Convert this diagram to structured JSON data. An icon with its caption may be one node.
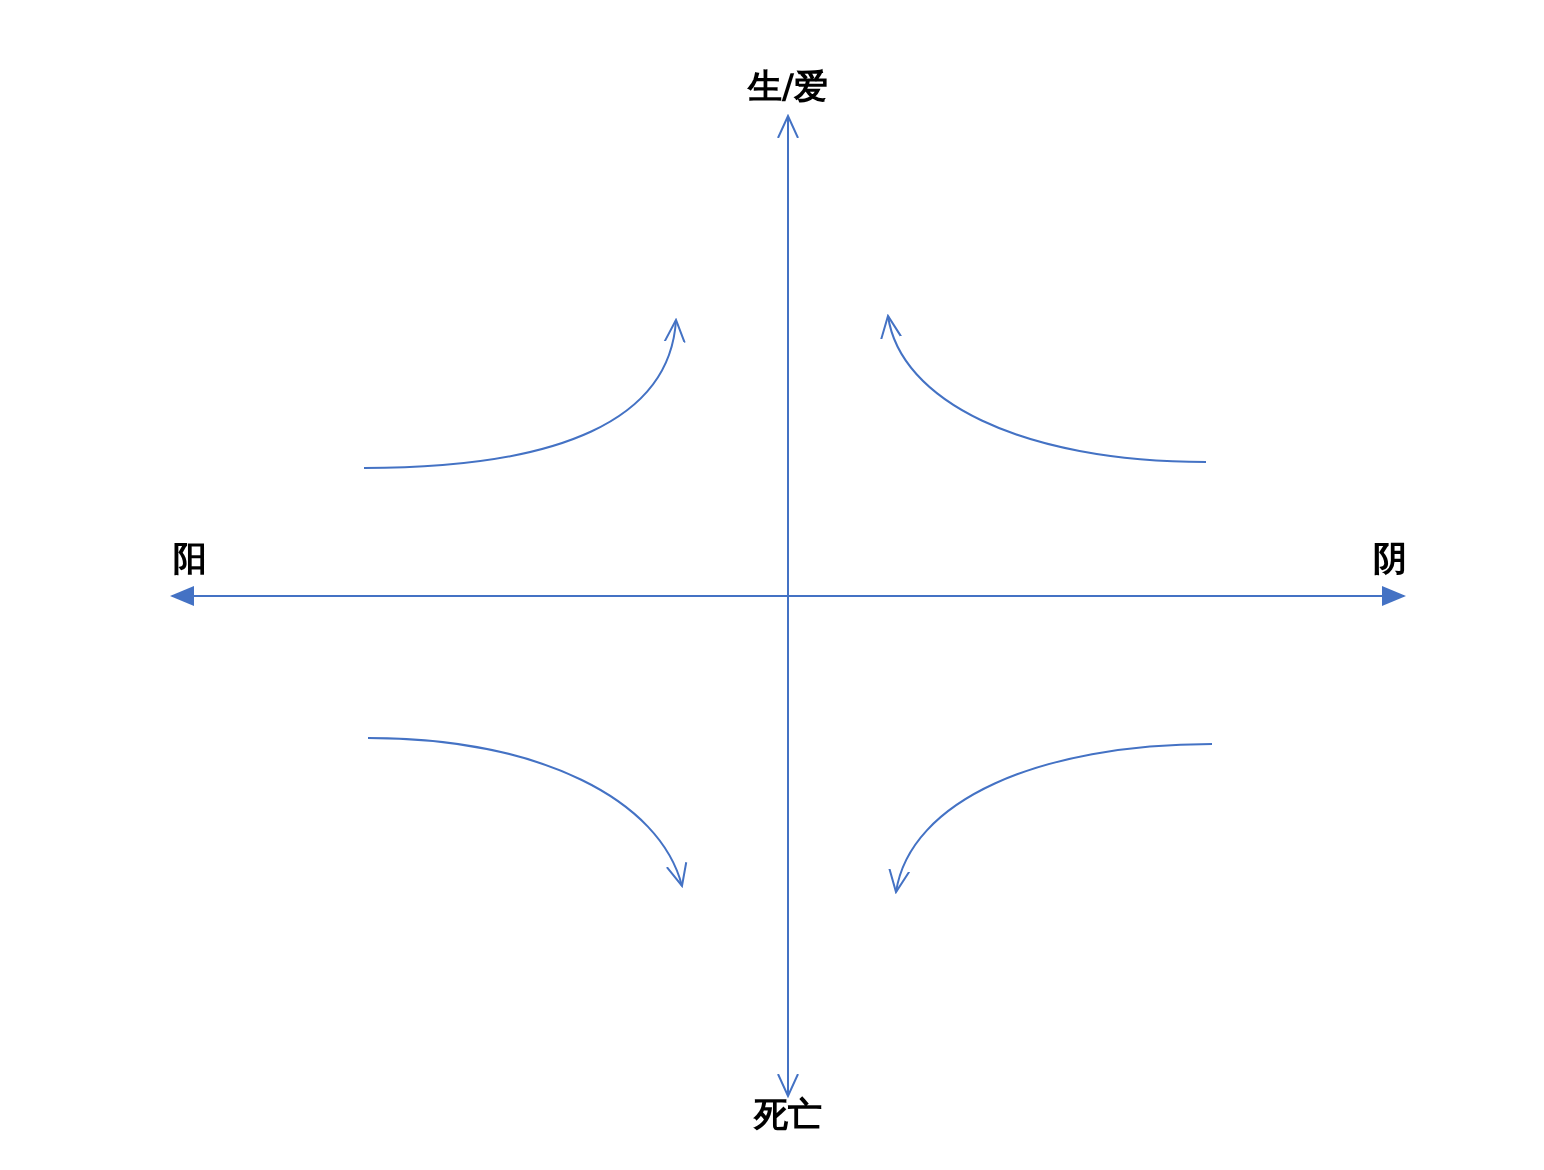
{
  "diagram": {
    "nodes": [
      {
        "text": [
          "生/爱"
        ]
      },
      {
        "text": [
          "阳"
        ]
      },
      {
        "text": [
          "阴"
        ]
      },
      {
        "text": [
          "死亡"
        ]
      }
    ],
    "edges": [
      {
        "from": 0,
        "to": 3,
        "arrow": "both"
      },
      {
        "from": 1,
        "to": 2,
        "arrow": "both"
      }
    ]
  }
}
